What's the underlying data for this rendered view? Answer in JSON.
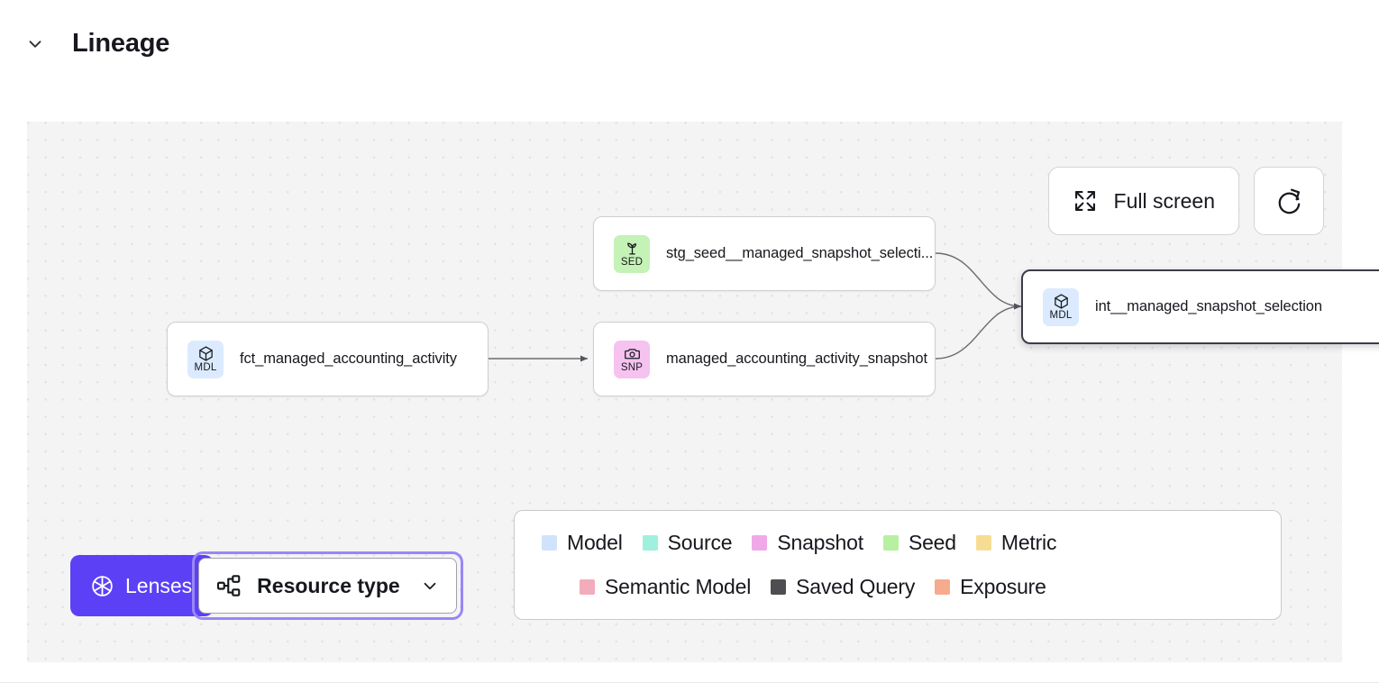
{
  "header": {
    "title": "Lineage",
    "collapse_icon": "chevron-down-icon"
  },
  "toolbar": {
    "fullscreen_label": "Full screen",
    "fullscreen_icon": "expand-arrows-icon",
    "refresh_icon": "refresh-icon",
    "refresh_label": ""
  },
  "controls": {
    "lenses_label": "Lenses",
    "lenses_icon": "aperture-icon",
    "resource_type_label": "Resource type",
    "resource_type_icon": "hierarchy-icon",
    "resource_type_chevron": "chevron-down-icon"
  },
  "graph": {
    "nodes": [
      {
        "id": "fct_managed_accounting_activity",
        "label": "fct_managed_accounting_activity",
        "badge_code": "MDL",
        "badge_icon": "cube-icon",
        "badge_color": "#dbeafe",
        "resource_type": "Model",
        "selected": false
      },
      {
        "id": "stg_seed__managed_snapshot_selection",
        "label": "stg_seed__managed_snapshot_selecti...",
        "badge_code": "SED",
        "badge_icon": "sprout-icon",
        "badge_color": "#c4f2b7",
        "resource_type": "Seed",
        "selected": false
      },
      {
        "id": "managed_accounting_activity_snapshot",
        "label": "managed_accounting_activity_snapshot",
        "badge_code": "SNP",
        "badge_icon": "camera-icon",
        "badge_color": "#f6c2ef",
        "resource_type": "Snapshot",
        "selected": false
      },
      {
        "id": "int__managed_snapshot_selection",
        "label": "int__managed_snapshot_selection",
        "badge_code": "MDL",
        "badge_icon": "cube-icon",
        "badge_color": "#dbeafe",
        "resource_type": "Model",
        "selected": true
      }
    ]
  },
  "legend": {
    "row1": [
      {
        "label": "Model",
        "color": "#cfe4fb"
      },
      {
        "label": "Source",
        "color": "#9ff0dc"
      },
      {
        "label": "Snapshot",
        "color": "#f0a8e8"
      },
      {
        "label": "Seed",
        "color": "#b6f0a0"
      },
      {
        "label": "Metric",
        "color": "#f7dd93"
      }
    ],
    "row2": [
      {
        "label": "Semantic Model",
        "color": "#f2acbb"
      },
      {
        "label": "Saved Query",
        "color": "#4e4e52"
      },
      {
        "label": "Exposure",
        "color": "#f6ab8e"
      }
    ]
  },
  "colors": {
    "accent_purple": "#5b40f5",
    "focus_ring": "#9a86f7",
    "canvas_bg": "#f4f4f5",
    "canvas_dot": "#e2e2e4",
    "edge_stroke": "#6b6b72"
  }
}
